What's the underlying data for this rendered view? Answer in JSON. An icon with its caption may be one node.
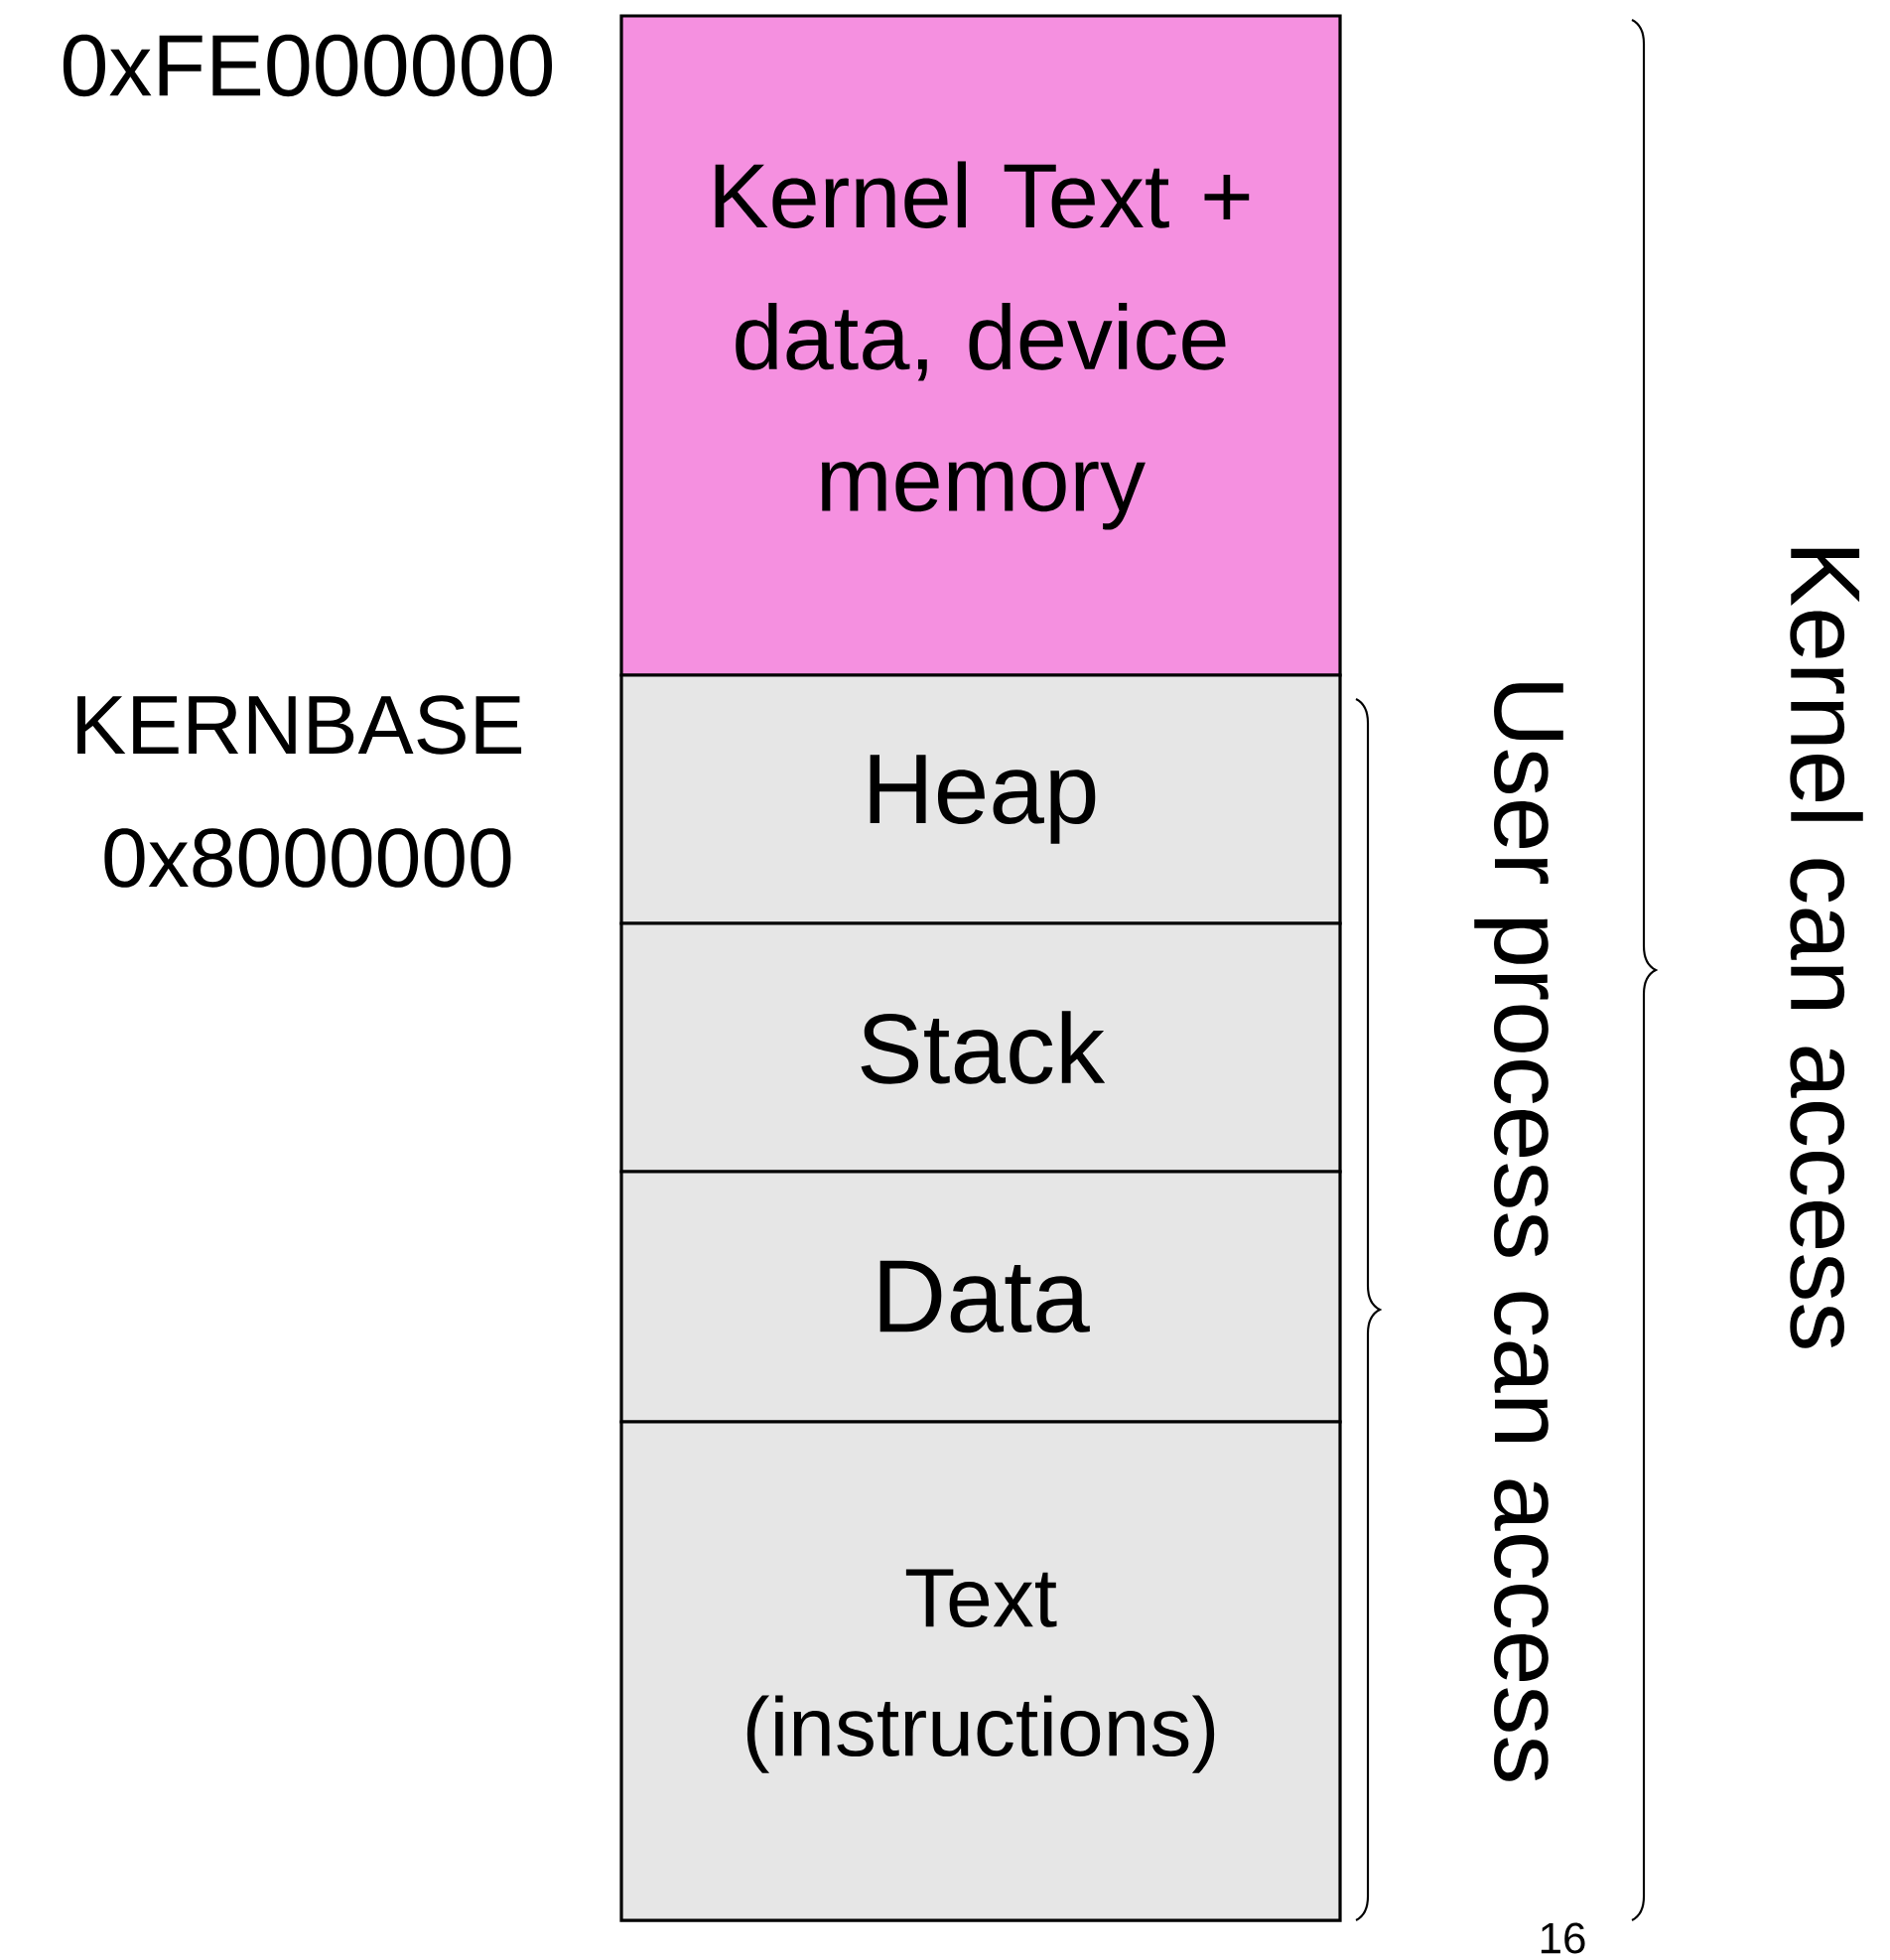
{
  "diagram": {
    "nodes": [
      {
        "text": [
          "Kernel Text + data, device memory"
        ]
      },
      {
        "text": [
          "Heap"
        ]
      },
      {
        "text": [
          "Stack"
        ]
      },
      {
        "text": [
          "Data"
        ]
      },
      {
        "text": [
          "Text (instructions)"
        ]
      }
    ],
    "labels": [
      "0xFE000000",
      "KERNBASE",
      "0x8000000",
      "User process can access",
      "Kernel can access",
      "16"
    ]
  }
}
